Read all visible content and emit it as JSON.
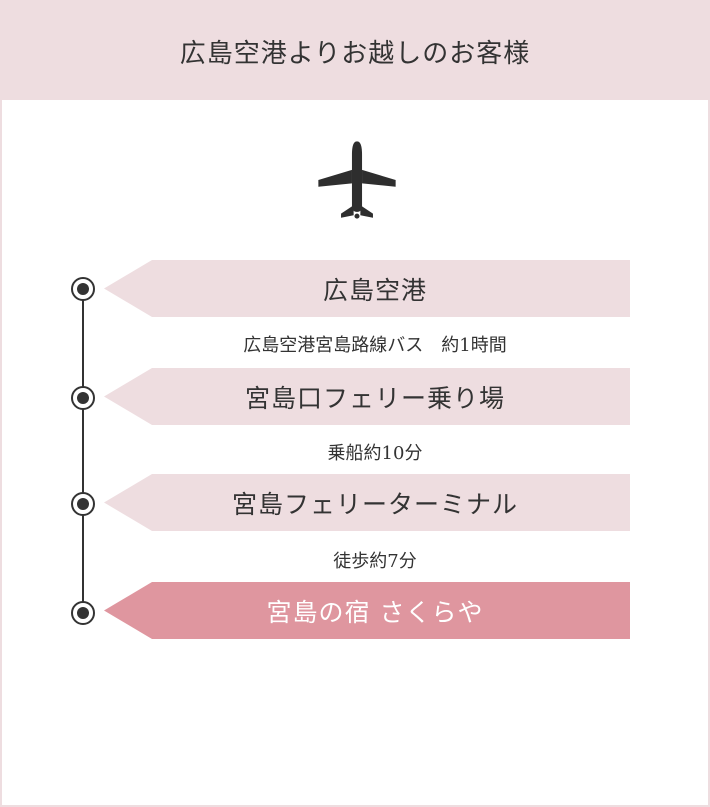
{
  "colors": {
    "header_bg": "#eedde0",
    "stop_bg": "#eedde0",
    "stop_text": "#333333",
    "destination_bg": "#df969f",
    "destination_text": "#ffffff",
    "line": "#333333"
  },
  "header": {
    "title": "広島空港よりお越しのお客様"
  },
  "route_icon": "airplane-icon",
  "route": {
    "stops": [
      {
        "label": "広島空港"
      },
      {
        "label": "宮島口フェリー乗り場"
      },
      {
        "label": "宮島フェリーターミナル"
      },
      {
        "label": "宮島の宿 さくらや"
      }
    ],
    "transits": [
      {
        "label": "広島空港宮島路線バス　約1時間"
      },
      {
        "label": "乗船約10分"
      },
      {
        "label": "徒歩約7分"
      }
    ]
  }
}
